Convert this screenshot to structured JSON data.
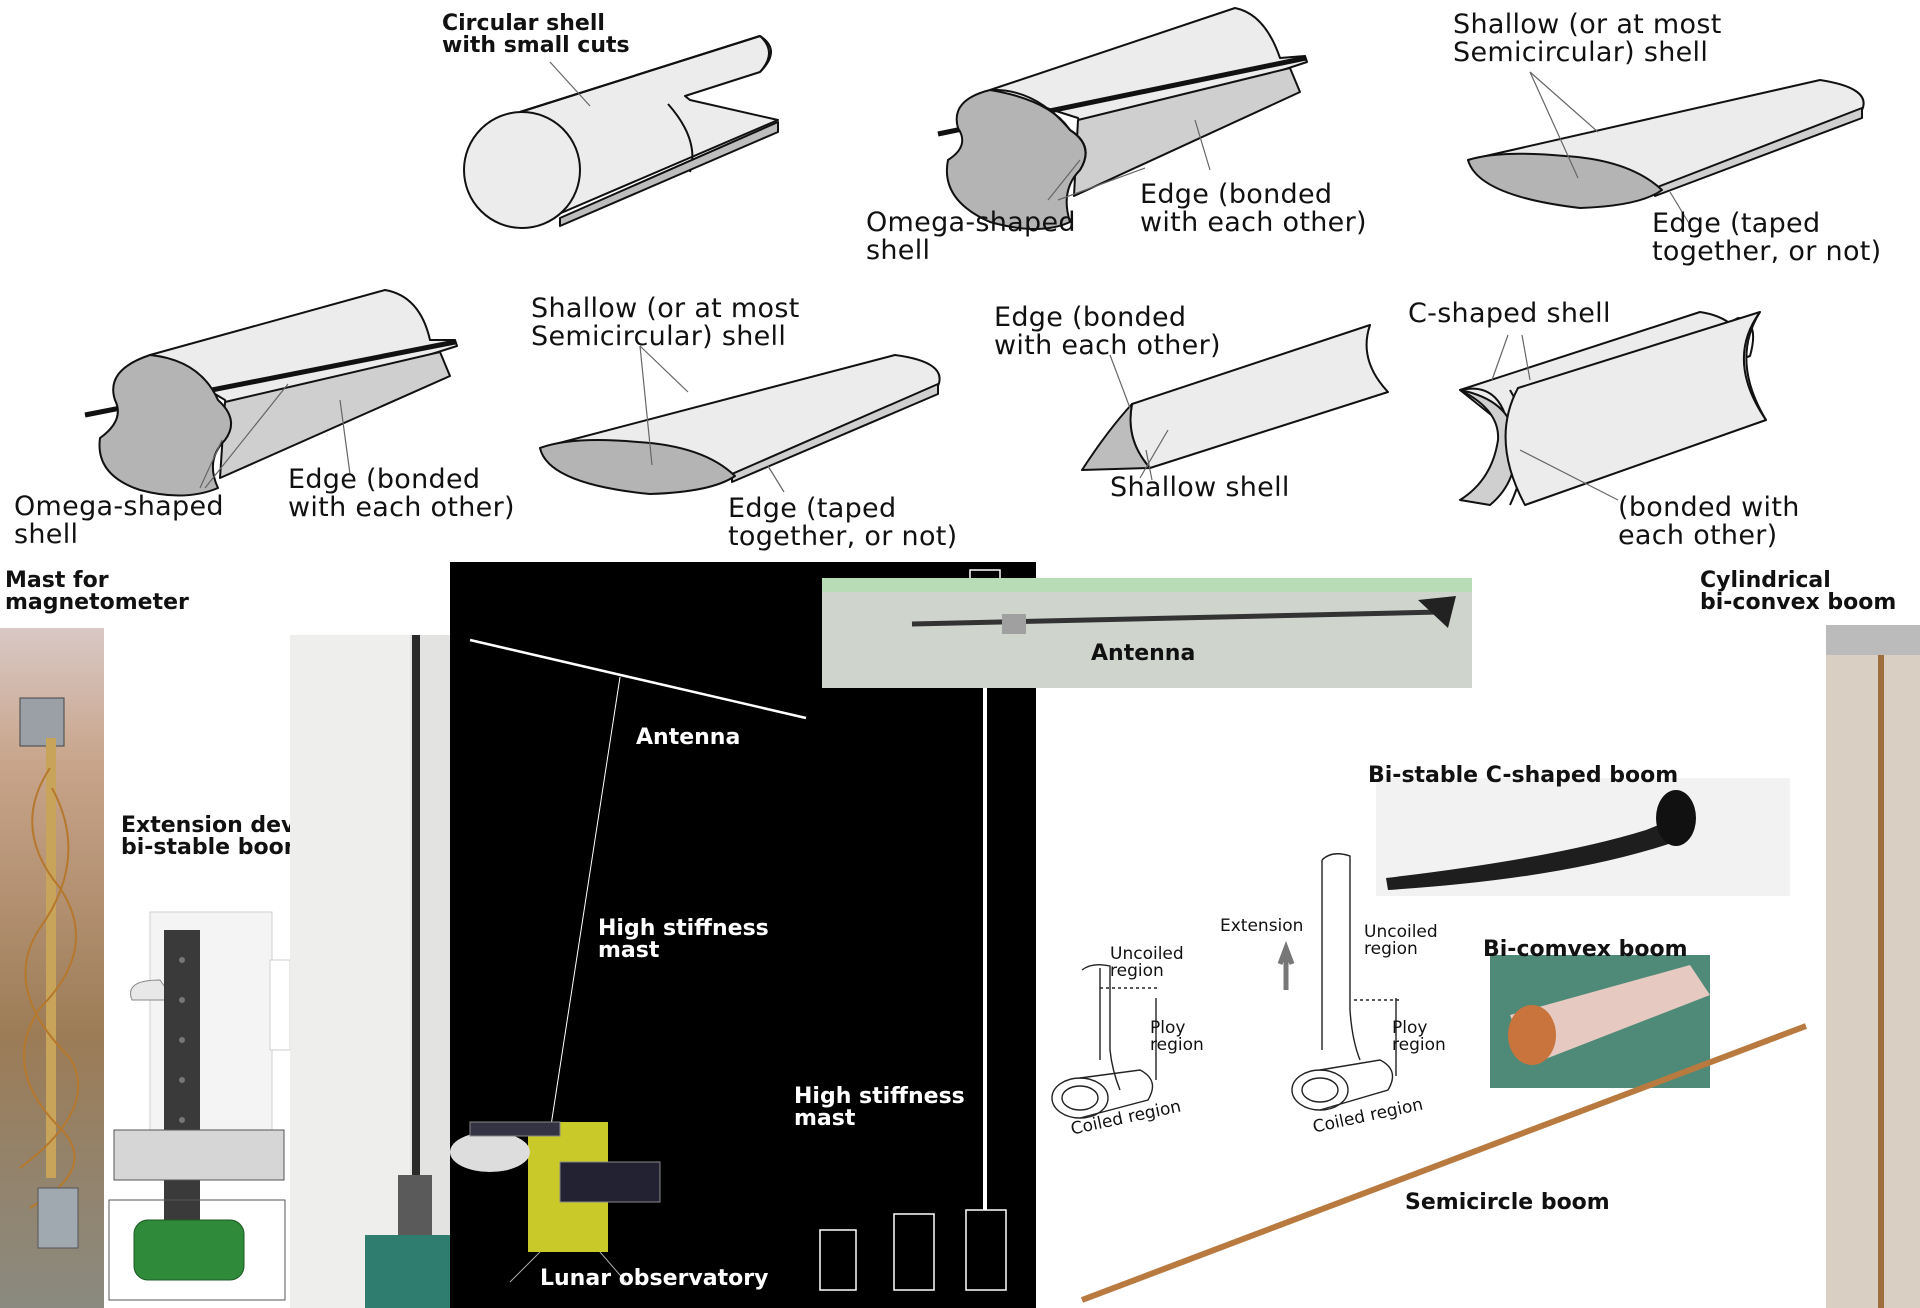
{
  "shells": {
    "circular_cut": "Circular shell\nwith small cuts",
    "omega_top_edge": "Edge (bonded\nwith each other)",
    "omega_top_shell": "Omega-shaped\nshell",
    "shallow_top_shell": "Shallow (or at most\nSemicircular)  shell",
    "shallow_top_edge": "Edge (taped\ntogether, or not)",
    "omega_bottom_shell": "Omega-shaped\nshell",
    "omega_bottom_edge": "Edge (bonded\nwith each other)",
    "shallow_bottom_shell": "Shallow (or at most\nSemicircular)  shell",
    "shallow_bottom_edge": "Edge (taped\ntogether, or not)",
    "single_edge": "Edge (bonded\nwith each other)",
    "single_shallow": "Shallow shell",
    "c_shell": "C-shaped shell",
    "c_edge": "(bonded with\neach other)"
  },
  "applications": {
    "mast_magnetometer": "Mast for\nmagnetometer",
    "extension_device": "Extension device of\nbi-stable boom",
    "antenna_scene": "Antenna",
    "high_stiffness_1": "High stiffness\nmast",
    "lunar_observatory": "Lunar observatory",
    "high_stiffness_2": "High stiffness\nmast",
    "antenna_photo": "Antenna",
    "bistable_c": "Bi-stable C-shaped boom",
    "bicomvex": "Bi-comvex boom",
    "semicircle": "Semicircle boom",
    "cyl_biconvex": "Cylindrical\nbi-convex boom"
  },
  "schematic": {
    "uncoiled_1": "Uncoiled\nregion",
    "ploy_1": "Ploy\nregion",
    "coiled_1": "Coiled region",
    "extension": "Extension",
    "uncoiled_2": "Uncoiled\nregion",
    "ploy_2": "Ploy\nregion",
    "coiled_2": "Coiled region"
  },
  "colors": {
    "shell_light": "#ececec",
    "shell_dark": "#b4b4b4",
    "black_panel": "#000000",
    "copper": "#b87a3f",
    "green_device": "#2f8a3a"
  }
}
